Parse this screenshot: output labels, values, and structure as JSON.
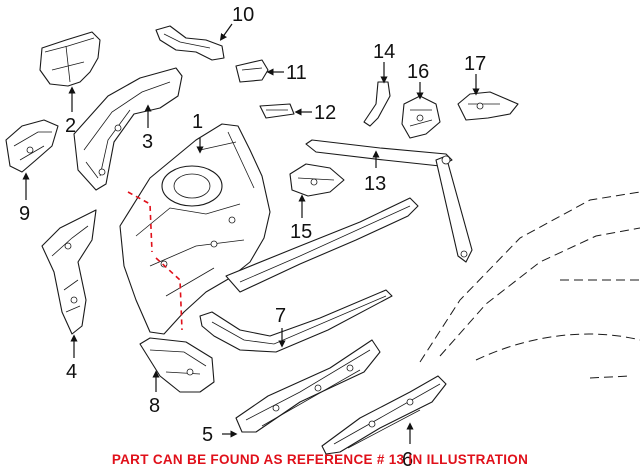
{
  "callouts": [
    "1",
    "2",
    "3",
    "4",
    "5",
    "6",
    "7",
    "8",
    "9",
    "10",
    "11",
    "12",
    "13",
    "14",
    "15",
    "16",
    "17"
  ],
  "footer": {
    "text": "PART CAN BE FOUND AS REFERENCE # 13 IN ILLUSTRATION",
    "color": "#e0101a"
  },
  "reference_line_color": "#e0101a"
}
